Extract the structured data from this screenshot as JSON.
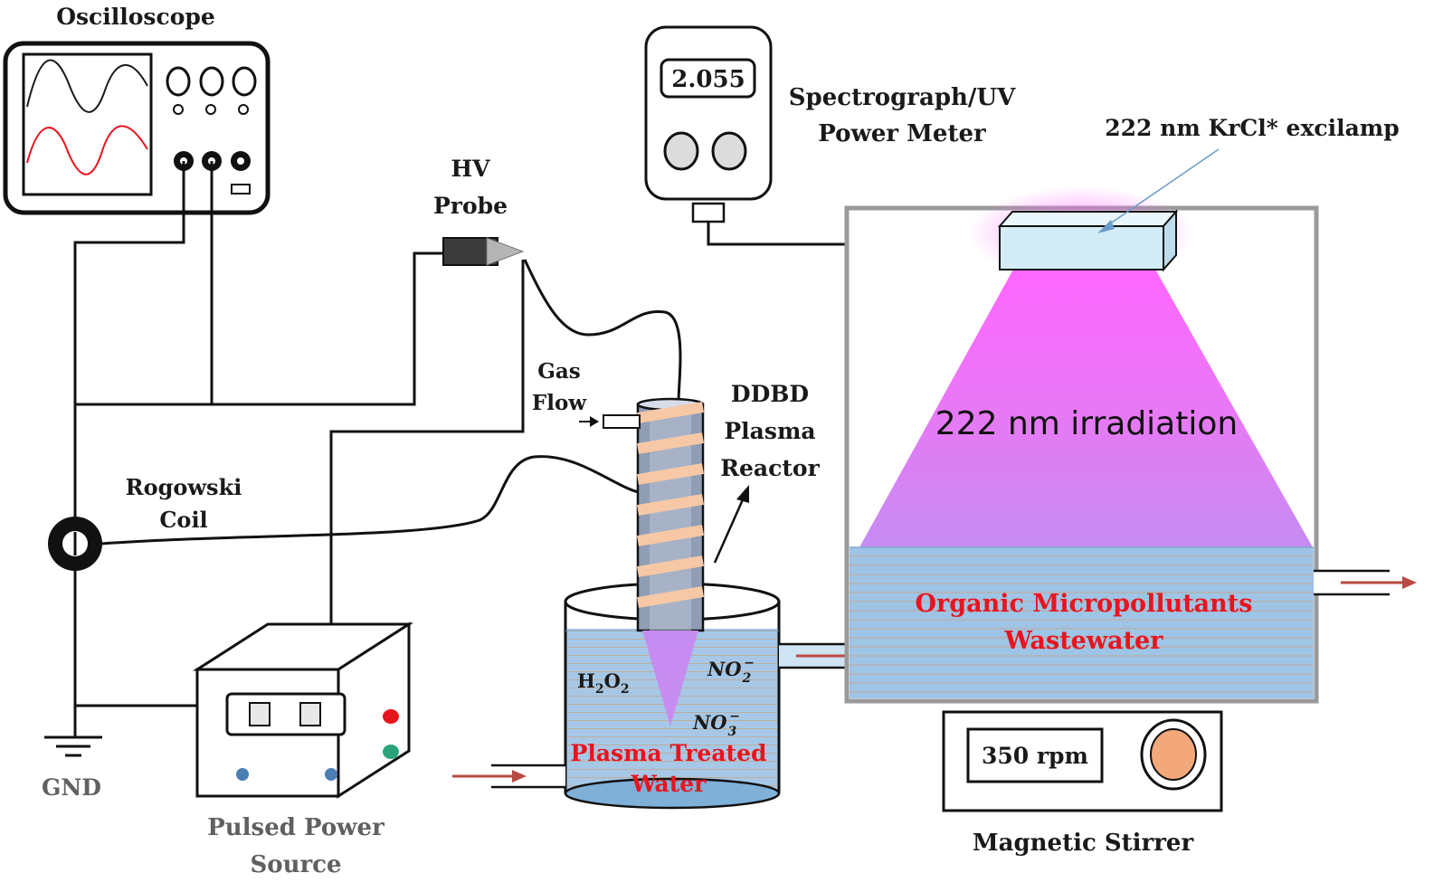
{
  "labels": {
    "oscilloscope": "Oscilloscope",
    "meter_reading": "2.055",
    "spectrograph_line1": "Spectrograph/UV",
    "spectrograph_line2": "Power Meter",
    "excilamp": "222 nm KrCl* excilamp",
    "hv_line1": "HV",
    "hv_line2": "Probe",
    "gas_line1": "Gas",
    "gas_line2": "Flow",
    "ddbd_line1": "DDBD",
    "ddbd_line2": "Plasma",
    "ddbd_line3": "Reactor",
    "irradiation": "222 nm irradiation",
    "rogowski_line1": "Rogowski",
    "rogowski_line2": "Coil",
    "wastewater_line1": "Organic Micropollutants",
    "wastewater_line2": "Wastewater",
    "h2o2_h": "H",
    "h2o2_sub1": "2",
    "h2o2_o": "O",
    "h2o2_sub2": "2",
    "no2_base": "NO",
    "no2_sub": "2",
    "no2_sup": "−",
    "no3_base": "NO",
    "no3_sub": "3",
    "no3_sup": "−",
    "treated_line1": "Plasma Treated",
    "treated_line2": "Water",
    "stirrer_reading": "350 rpm",
    "stirrer_label": "Magnetic Stirrer",
    "gnd": "GND",
    "power_line1": "Pulsed Power",
    "power_line2": "Source"
  },
  "colors": {
    "wire": "#111111",
    "water": "#9ec4e6",
    "water_line": "#c6a58c",
    "uv_magenta": "#ff66ff",
    "uv_violet": "#c58cf2",
    "coil": "#f6c8a6",
    "trace_black": "#1a1a1a",
    "trace_red": "#e8141e",
    "label_red": "#e8141e",
    "label_grey": "#606060",
    "arrow_red": "#b84a43",
    "knob_red": "#e8141e",
    "knob_green": "#2aa37a",
    "knob_blue": "#4a7fb5",
    "lamp": "#d3ecf8",
    "sensor": "#b8e08a",
    "stirrer_bar": "#f2a87a"
  }
}
